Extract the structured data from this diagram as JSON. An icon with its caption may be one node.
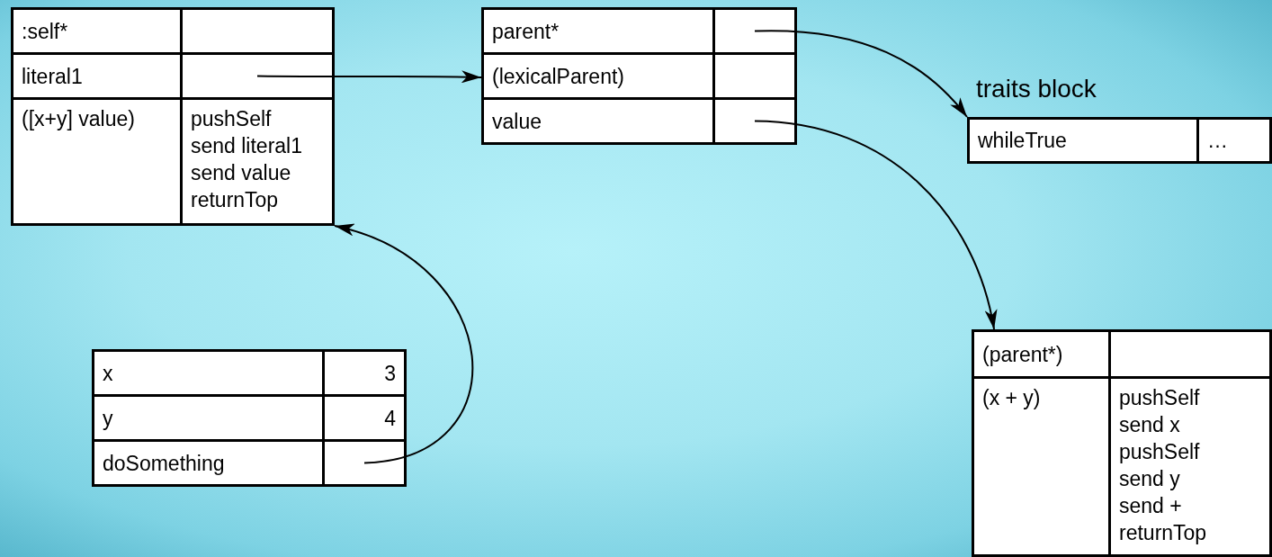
{
  "diagram": {
    "nodes": [
      {
        "text": [],
        "shape": "box"
      },
      {
        "text": [
          ":self*"
        ],
        "in": 0
      },
      {
        "text": [],
        "shape": "box",
        "in": 0
      },
      {
        "text": [
          "literal1"
        ],
        "in": 0
      },
      {
        "text": [],
        "shape": "box",
        "in": 0
      },
      {
        "text": [
          "([x+y] value)"
        ],
        "in": 0
      },
      {
        "text": [
          "pushSelf",
          "send literal1",
          "send value",
          "returnTop"
        ],
        "in": 0
      },
      {
        "text": [],
        "shape": "box"
      },
      {
        "text": [
          "parent*"
        ],
        "in": 7
      },
      {
        "text": [],
        "shape": "box",
        "in": 7
      },
      {
        "text": [
          "(lexicalParent)"
        ],
        "in": 7
      },
      {
        "text": [],
        "shape": "box",
        "in": 7
      },
      {
        "text": [
          "value"
        ],
        "in": 7
      },
      {
        "text": [],
        "shape": "box",
        "in": 7
      },
      {
        "text": [
          "traits block"
        ]
      },
      {
        "text": [
          "whileTrue"
        ],
        "in": 14
      },
      {
        "text": [
          "…"
        ],
        "in": 14
      },
      {
        "text": [],
        "shape": "box"
      },
      {
        "text": [
          "x"
        ],
        "in": 17
      },
      {
        "text": [
          "3"
        ],
        "in": 17
      },
      {
        "text": [
          "y"
        ],
        "in": 17
      },
      {
        "text": [
          "4"
        ],
        "in": 17
      },
      {
        "text": [
          "doSomething"
        ],
        "in": 17
      },
      {
        "text": [],
        "shape": "box",
        "in": 17
      },
      {
        "text": [],
        "shape": "box"
      },
      {
        "text": [
          "(parent*)"
        ],
        "in": 24
      },
      {
        "text": [],
        "shape": "box",
        "in": 24
      },
      {
        "text": [
          "(x + y)"
        ],
        "in": 24
      },
      {
        "text": [
          "pushSelf",
          "send x",
          "pushSelf",
          "send y",
          "send +",
          "returnTop"
        ],
        "in": 24
      }
    ],
    "edges": [
      {
        "from": 4,
        "to": 7,
        "arrow": "to"
      },
      {
        "from": 9,
        "to": 14,
        "arrow": "to"
      },
      {
        "from": 13,
        "to": 24,
        "arrow": "to"
      },
      {
        "from": 23,
        "to": 0,
        "arrow": "to"
      }
    ]
  }
}
